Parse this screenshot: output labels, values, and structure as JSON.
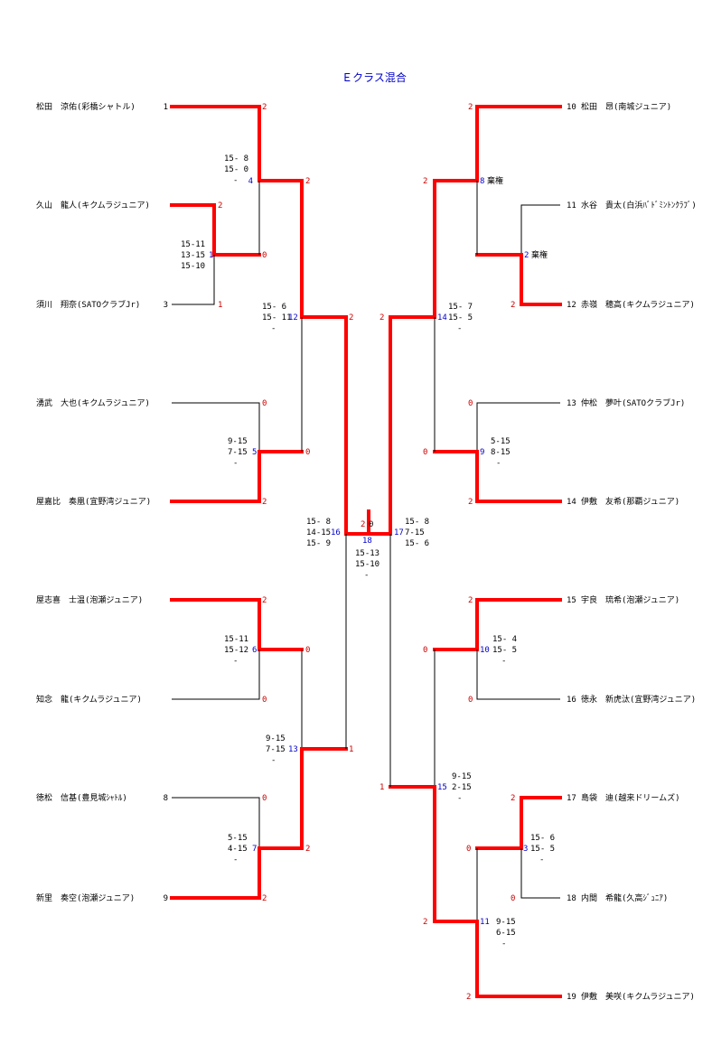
{
  "title": "Ｅクラス混合",
  "colors": {
    "winner_line": "#ff0000",
    "loser_line": "#000000",
    "match_number": "#0000cc",
    "score": "#cc0000"
  },
  "players": {
    "p1": {
      "seed": "1",
      "name": "松田　涼佑(彩橋シャトル)"
    },
    "p2": {
      "seed": "",
      "name": "久山　龍人(キクムラジュニア)"
    },
    "p3": {
      "seed": "3",
      "name": "須川　翔奈(SATOクラブJr)"
    },
    "p4": {
      "seed": "",
      "name": "湧武　大也(キクムラジュニア)"
    },
    "p5": {
      "seed": "",
      "name": "屋嘉比　奏凰(宜野湾ジュニア)"
    },
    "p6": {
      "seed": "",
      "name": "屋志喜　士温(泡瀬ジュニア)"
    },
    "p7": {
      "seed": "",
      "name": "知念　龍(キクムラジュニア)"
    },
    "p8": {
      "seed": "8",
      "name": "徳松　信基(豊見城ｼｬﾄﾙ)"
    },
    "p9": {
      "seed": "9",
      "name": "新里　奏空(泡瀬ジュニア)"
    },
    "p10": {
      "seed": "10",
      "name": "松田　昂(南城ジュニア)"
    },
    "p11": {
      "seed": "11",
      "name": "水谷　貴太(白浜ﾊﾞﾄﾞﾐﾝﾄﾝｸﾗﾌﾞ)"
    },
    "p12": {
      "seed": "12",
      "name": "赤嶺　穂高(キクムラジュニア)"
    },
    "p13": {
      "seed": "13",
      "name": "仲松　夢叶(SATOクラブJr)"
    },
    "p14": {
      "seed": "14",
      "name": "伊敷　友希(那覇ジュニア)"
    },
    "p15": {
      "seed": "15",
      "name": "宇良　琉希(泡瀬ジュニア)"
    },
    "p16": {
      "seed": "16",
      "name": "徳永　新虎汰(宜野湾ジュニア)"
    },
    "p17": {
      "seed": "17",
      "name": "島袋　迪(越来ドリームズ)"
    },
    "p18": {
      "seed": "18",
      "name": "内間　希龍(久高ｼﾞｭﾆｱ)"
    },
    "p19": {
      "seed": "19",
      "name": "伊敷　美咲(キクムラジュニア)"
    }
  },
  "matches": {
    "m4": {
      "no": "4",
      "scores": [
        "15- 8",
        "15- 0",
        "-"
      ],
      "top": "2",
      "bottom": "0"
    },
    "m1": {
      "no": "1",
      "scores": [
        "15-11",
        "13-15",
        "15-10"
      ],
      "top": "2",
      "bottom": "1"
    },
    "m12": {
      "no": "12",
      "scores": [
        "15- 6",
        "15- 11",
        "-"
      ],
      "top": "2",
      "bottom": "0"
    },
    "m5": {
      "no": "5",
      "scores": [
        "9-15",
        "7-15",
        "-"
      ],
      "top": "0",
      "bottom": "2"
    },
    "m16": {
      "no": "16",
      "scores": [
        "15- 8",
        "14-15",
        "15- 9"
      ],
      "top": "2",
      "bottom": "1"
    },
    "m6": {
      "no": "6",
      "scores": [
        "15-11",
        "15-12",
        "-"
      ],
      "top": "2",
      "bottom": "0"
    },
    "m13": {
      "no": "13",
      "scores": [
        "9-15",
        "7-15",
        "-"
      ],
      "top": "0",
      "bottom": "2"
    },
    "m7": {
      "no": "7",
      "scores": [
        "5-15",
        "4-15",
        "-"
      ],
      "top": "0",
      "bottom": "2"
    },
    "m8": {
      "no": "8",
      "top": "2",
      "walkover": "棄権"
    },
    "m2": {
      "no": "2",
      "bottom": "2",
      "walkover": "棄権"
    },
    "m14": {
      "no": "14",
      "scores": [
        "15- 7",
        "15- 5",
        "-"
      ],
      "top": "2",
      "bottom": "0"
    },
    "m9": {
      "no": "9",
      "scores": [
        "5-15",
        "8-15",
        "-"
      ],
      "top": "0",
      "bottom": "2"
    },
    "m17": {
      "no": "17",
      "scores": [
        "15- 8",
        "7-15",
        "15- 6"
      ],
      "top": "2",
      "bottom": "1"
    },
    "m10": {
      "no": "10",
      "scores": [
        "15- 4",
        "15- 5",
        "-"
      ],
      "top": "2",
      "bottom": "0"
    },
    "m15": {
      "no": "15",
      "scores": [
        "9-15",
        "2-15",
        "-"
      ],
      "top": "0",
      "bottom": "2"
    },
    "m3": {
      "no": "3",
      "scores": [
        "15- 6",
        "15- 5",
        "-"
      ],
      "top": "2",
      "bottom": "0"
    },
    "m11": {
      "no": "11",
      "scores": [
        "9-15",
        "6-15",
        "-"
      ],
      "top": "0",
      "bottom": "2"
    },
    "m18": {
      "no": "18",
      "scores": [
        "15-13",
        "15-10",
        "-"
      ],
      "top": "2",
      "bottom": "0"
    }
  }
}
